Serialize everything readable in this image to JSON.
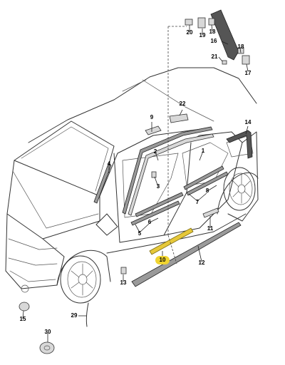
{
  "callouts": [
    {
      "id": "c1",
      "text": "1"
    },
    {
      "id": "c2",
      "text": "2"
    },
    {
      "id": "c3",
      "text": "3"
    },
    {
      "id": "c4",
      "text": "4"
    },
    {
      "id": "c5",
      "text": "5"
    },
    {
      "id": "c6",
      "text": "6"
    },
    {
      "id": "c7",
      "text": "7"
    },
    {
      "id": "c8",
      "text": "8"
    },
    {
      "id": "c9",
      "text": "9"
    },
    {
      "id": "c10",
      "text": "10",
      "highlight": "#f0d430"
    },
    {
      "id": "c11",
      "text": "11"
    },
    {
      "id": "c12",
      "text": "12"
    },
    {
      "id": "c13",
      "text": "13"
    },
    {
      "id": "c14",
      "text": "14"
    },
    {
      "id": "c15",
      "text": "15"
    },
    {
      "id": "c16",
      "text": "16"
    },
    {
      "id": "c17",
      "text": "17"
    },
    {
      "id": "c18",
      "text": "18"
    },
    {
      "id": "c19",
      "text": "19"
    },
    {
      "id": "c20",
      "text": "20"
    },
    {
      "id": "c21",
      "text": "21"
    },
    {
      "id": "c22",
      "text": "22"
    },
    {
      "id": "c29",
      "text": "29"
    },
    {
      "id": "c30",
      "text": "30"
    }
  ],
  "colors": {
    "highlight_strip": "#e6c83a",
    "line": "#333333",
    "background": "#ffffff"
  }
}
